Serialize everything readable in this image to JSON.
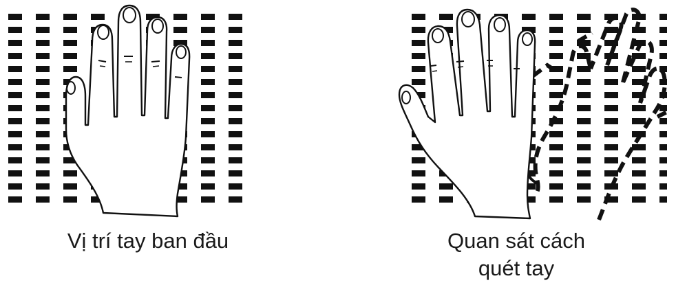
{
  "panels": [
    {
      "caption_lines": [
        "Vị trí tay ban đầu"
      ]
    },
    {
      "caption_lines": [
        "Quan sát cách",
        "quét tay"
      ]
    }
  ],
  "colors": {
    "ink": "#111111",
    "paper": "#ffffff"
  },
  "icons": [
    "hand-icon",
    "hand-motion-icon"
  ]
}
